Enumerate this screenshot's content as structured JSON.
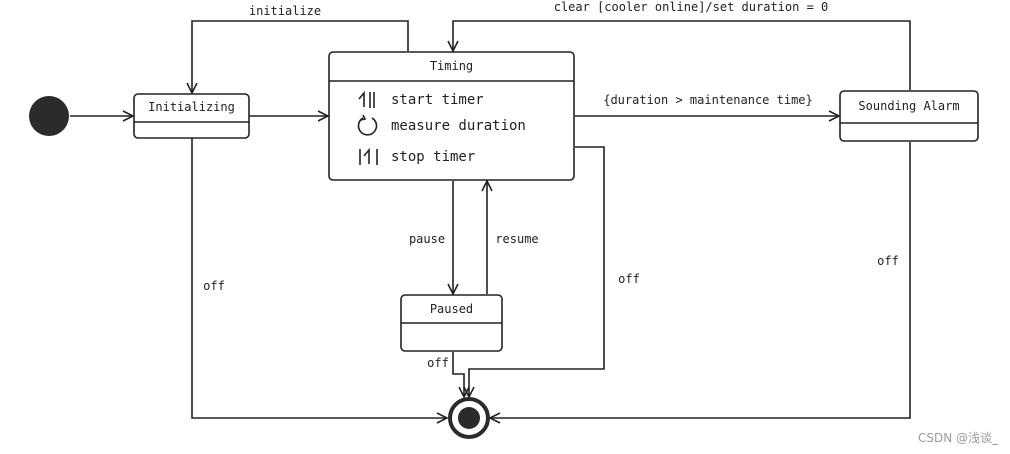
{
  "diagram": {
    "states": {
      "initializing": "Initializing",
      "timing": "Timing",
      "paused": "Paused",
      "sounding_alarm": "Sounding Alarm"
    },
    "timing_activities": [
      {
        "icon": "start-timer-icon",
        "text": "start timer"
      },
      {
        "icon": "measure-duration-icon",
        "text": "measure duration"
      },
      {
        "icon": "stop-timer-icon",
        "text": "stop timer"
      }
    ],
    "transitions": {
      "initialize": "initialize",
      "clear": "clear [cooler online]/set duration = 0",
      "guard": "{duration > maintenance time}",
      "pause": "pause",
      "resume": "resume",
      "off_initializing": "off",
      "off_timing": "off",
      "off_paused": "off",
      "off_alarm": "off"
    }
  },
  "watermark": "CSDN @浅谈_",
  "colors": {
    "line": "#222222",
    "fill": "#ffffff",
    "node": "#2b2b2b"
  }
}
